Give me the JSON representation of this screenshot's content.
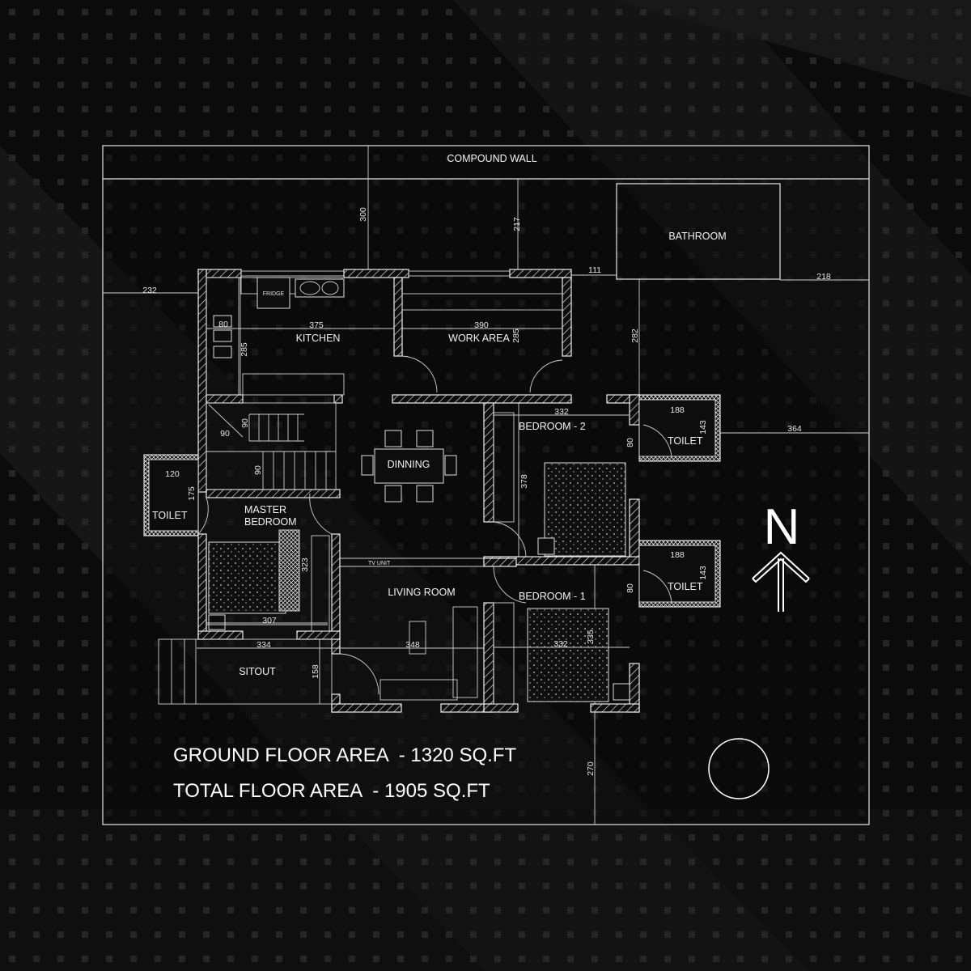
{
  "plan": {
    "labels": {
      "compound_wall": "COMPOUND WALL",
      "bathroom": "BATHROOM",
      "fridge": "FRIDGE",
      "kitchen": "KITCHEN",
      "work_area": "WORK AREA",
      "bedroom_2": "BEDROOM - 2",
      "toilet_1": "TOILET",
      "toilet_2": "TOILET",
      "toilet_3": "TOILET",
      "dinning": "DINNING",
      "master_1": "MASTER",
      "master_2": "BEDROOM",
      "tv_unit": "TV UNIT",
      "living_room": "LIVING ROOM",
      "bedroom_1": "BEDROOM - 1",
      "sitout": "SITOUT"
    },
    "dimensions": {
      "d300": "300",
      "d217": "217",
      "d111": "111",
      "d218": "218",
      "d232": "232",
      "d375": "375",
      "d390": "390",
      "d285a": "285",
      "d285b": "285",
      "d282": "282",
      "d80a": "80",
      "d90a": "90",
      "d90b": "90",
      "d90c": "90",
      "d120": "120",
      "d175": "175",
      "d332a": "332",
      "d188a": "188",
      "d143a": "143",
      "d80b": "80",
      "d364": "364",
      "d378": "378",
      "d188b": "188",
      "d143b": "143",
      "d80c": "80",
      "d323": "323",
      "d307": "307",
      "d334": "334",
      "d348": "348",
      "d158": "158",
      "d332b": "332",
      "d335": "335",
      "d270": "270"
    },
    "north_label": "N"
  },
  "areas": {
    "ground_floor": "GROUND FLOOR AREA  - 1320 SQ.FT",
    "total_floor": "TOTAL FLOOR AREA  - 1905 SQ.FT"
  },
  "colors": {
    "background": "#0b0b0b",
    "lines": "#e6e6e6"
  }
}
